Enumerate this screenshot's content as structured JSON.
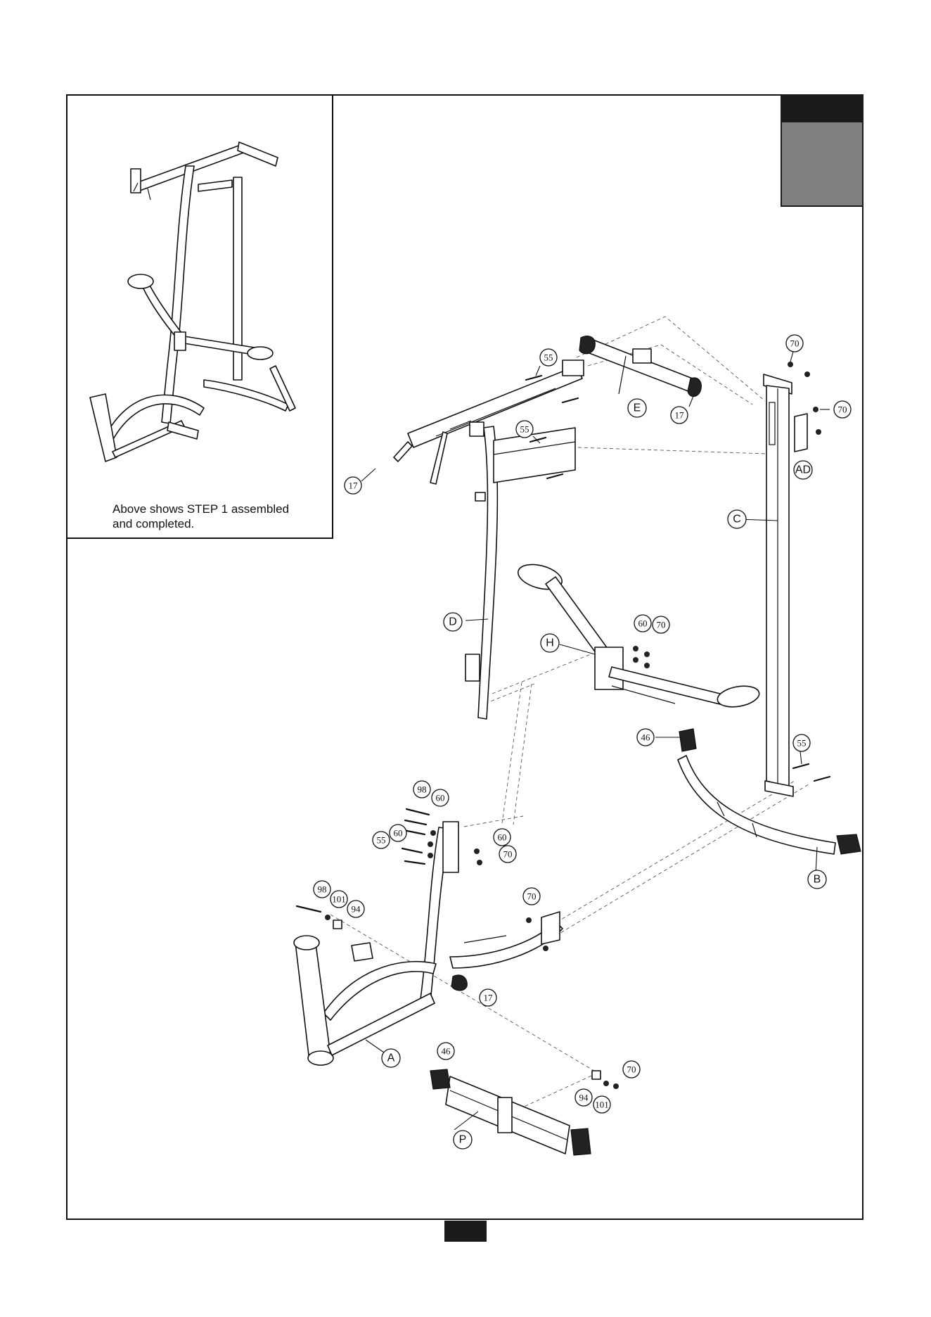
{
  "inset": {
    "caption_line1": "Above shows STEP 1 assembled",
    "caption_line2": "and completed."
  },
  "callouts": {
    "p55_top": "55",
    "p17_right": "17",
    "p17_left": "17",
    "p55_mid": "55",
    "p70_top": "70",
    "p70_bracket": "70",
    "p60_h": "60",
    "p70_h": "70",
    "p46_b": "46",
    "p55_b": "55",
    "p98_upper": "98",
    "p60_upper": "60",
    "p60_left": "60",
    "p55_left": "55",
    "p60_right": "60",
    "p70_right": "70",
    "p98_lower": "98",
    "p101_lower": "101",
    "p94_lower": "94",
    "p70_a": "70",
    "p17_a": "17",
    "p46_p": "46",
    "p70_p": "70",
    "p94_p": "94",
    "p101_p": "101"
  },
  "part_labels": {
    "E": "E",
    "AD": "AD",
    "C": "C",
    "D": "D",
    "H": "H",
    "B": "B",
    "A": "A",
    "P": "P"
  },
  "colors": {
    "step_tab": "#808080",
    "tab_dark": "#1a1a1a",
    "line": "#111111"
  }
}
